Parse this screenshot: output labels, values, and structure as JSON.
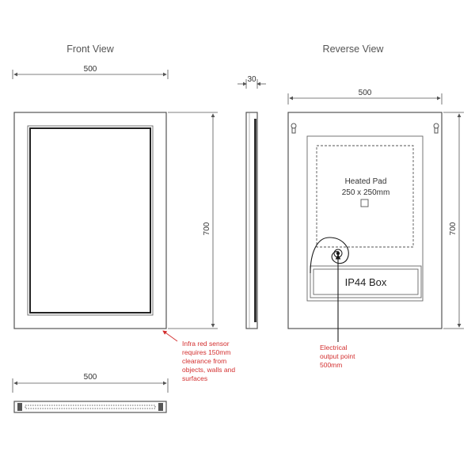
{
  "views": {
    "front_title": "Front View",
    "reverse_title": "Reverse View"
  },
  "dimensions": {
    "front_width": "500",
    "front_height": "700",
    "side_depth": "30",
    "reverse_width": "500",
    "reverse_height": "700",
    "bottom_width": "500"
  },
  "heated_pad": {
    "label": "Heated Pad",
    "size": "250 x 250mm"
  },
  "ip44_box": {
    "label": "IP44 Box"
  },
  "notes": {
    "sensor": [
      "Infra red sensor",
      "requires 150mm",
      "clearance from",
      "objects, walls and",
      "surfaces"
    ],
    "electrical": [
      "Electrical",
      "output point",
      "500mm"
    ]
  },
  "colors": {
    "line": "#555555",
    "note_red": "#d32f2f",
    "leader_black": "#1a1a1a"
  }
}
